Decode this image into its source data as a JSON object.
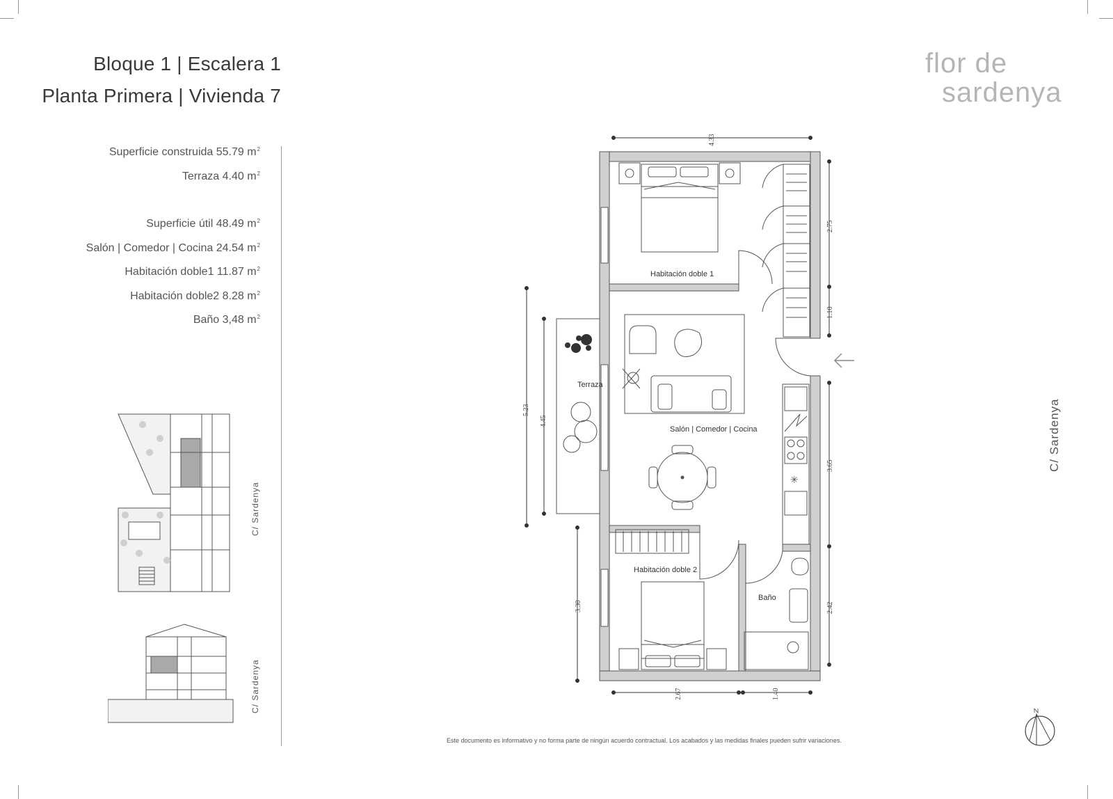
{
  "header": {
    "line1": "Bloque 1 | Escalera 1",
    "line2": "Planta Primera | Vivienda 7"
  },
  "logo": {
    "line1": "flor de",
    "line2": "sardenya"
  },
  "specs": {
    "construida": "Superficie construida 55.79 m",
    "terraza": "Terraza 4.40 m",
    "util": "Superficie útil 48.49 m",
    "salon": "Salón | Comedor | Cocina 24.54 m",
    "hab1": "Habitación doble1 11.87 m",
    "hab2": "Habitación doble2 8.28 m",
    "bano": "Baño 3,48 m",
    "sup": "2"
  },
  "plan": {
    "rooms": {
      "hab1": "Habitación doble 1",
      "terraza": "Terraza",
      "salon": "Salón | Comedor | Cocina",
      "hab2": "Habitación doble 2",
      "bano": "Baño"
    },
    "dims": {
      "top": "4.33",
      "left_total": "5.23",
      "left_terrace": "4.45",
      "left_bottom": "3.30",
      "right_1": "2.75",
      "right_2": "1.10",
      "right_3": "3.65",
      "right_4": "2.42",
      "bottom_1": "2.67",
      "bottom_2": "1.40"
    }
  },
  "street": {
    "main": "C/ Sardenya",
    "site": "C/ Sardenya",
    "section": "C/ Sardenya"
  },
  "footer": {
    "note": "Este documento es informativo y no forma parte de ningún acuerdo contractual. Los acabados y las medidas finales pueden sufrir variaciones."
  },
  "colors": {
    "wall": "#d0d0d0",
    "highlight": "#a9a9a9",
    "logo": "#b5b5b5"
  },
  "icons": {
    "entrance": "arrow-left-icon",
    "north": "north-arrow-icon"
  }
}
